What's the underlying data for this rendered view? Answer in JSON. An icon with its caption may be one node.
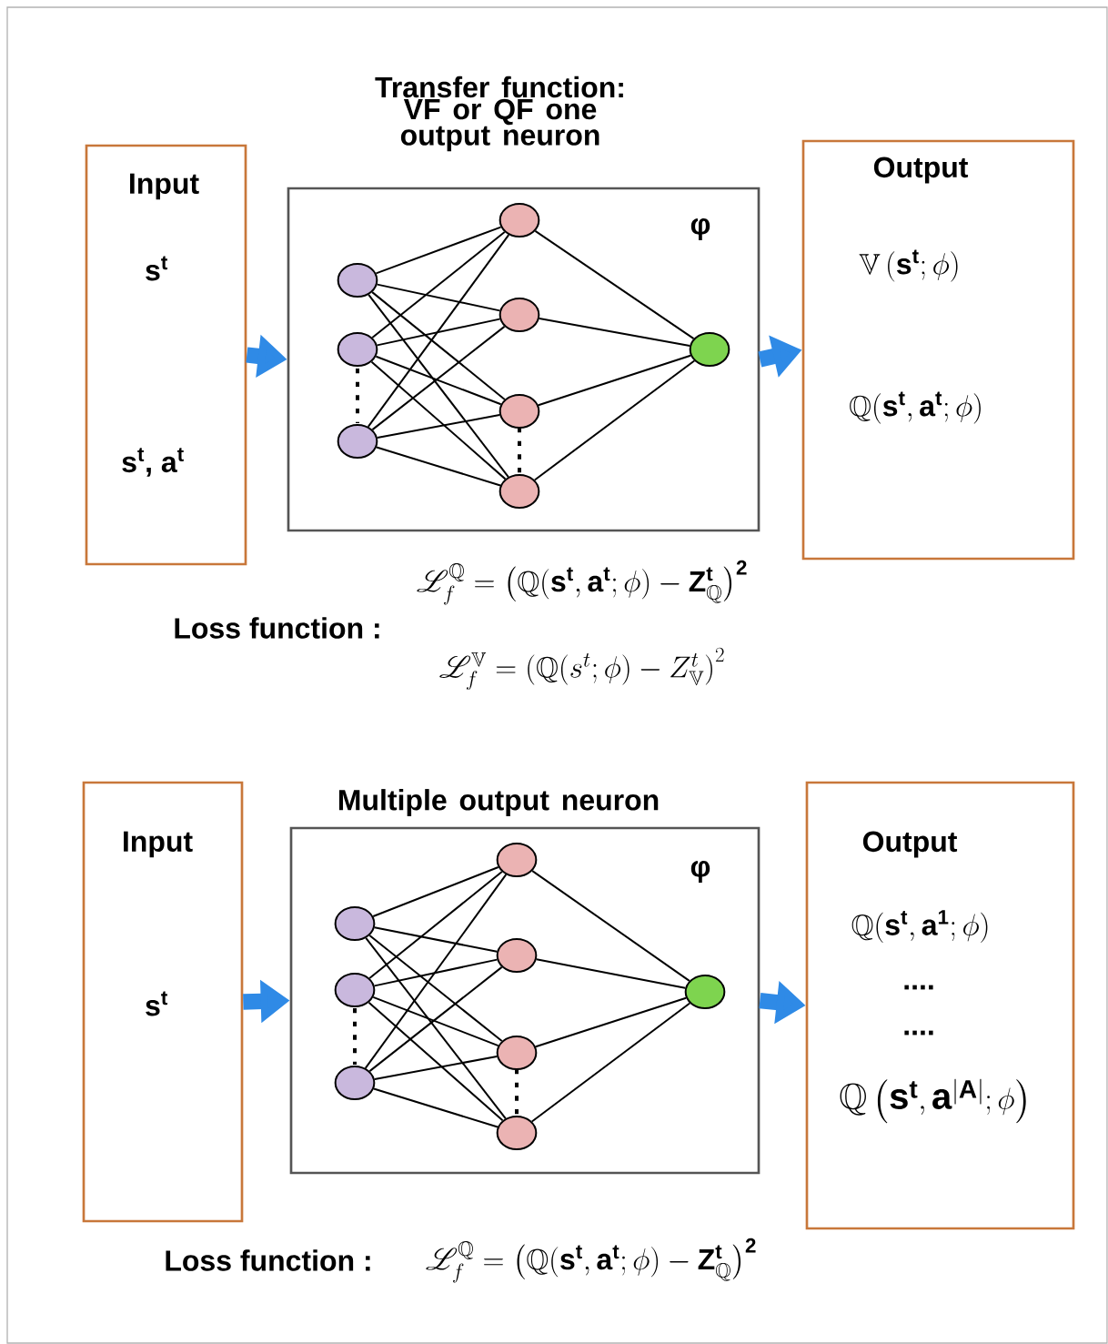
{
  "diagram": {
    "nodes": [
      {
        "text": [
          "Input",
          "s$^{t}$",
          "s$^{t}$, a$^{t}$"
        ]
      },
      {
        "text": [
          "Transfer function: VF or QF one output neuron",
          "φ"
        ]
      },
      {
        "text": [],
        "shape": "circle",
        "in": 1
      },
      {
        "text": [],
        "shape": "circle",
        "in": 1
      },
      {
        "text": [],
        "shape": "circle",
        "in": 1
      },
      {
        "text": [],
        "shape": "circle",
        "in": 1
      },
      {
        "text": [],
        "shape": "circle",
        "in": 1
      },
      {
        "text": [],
        "shape": "circle",
        "in": 1
      },
      {
        "text": [],
        "shape": "circle",
        "in": 1
      },
      {
        "text": [],
        "shape": "circle",
        "in": 1
      },
      {
        "text": [
          "Output",
          "\\mathbb{V}\\left(\\mathbf{s}^{\\mathbf{t}};\\phi\\right)",
          "\\mathbb{Q}(\\mathbf{s}^{\\mathbf{t}},\\mathbf{a}^{\\mathbf{t}};\\phi)"
        ]
      },
      {
        "text": [
          "Input",
          "s$^{t}$"
        ]
      },
      {
        "text": [
          "Multiple output neuron",
          "φ"
        ]
      },
      {
        "text": [],
        "shape": "circle",
        "in": 12
      },
      {
        "text": [],
        "shape": "circle",
        "in": 12
      },
      {
        "text": [],
        "shape": "circle",
        "in": 12
      },
      {
        "text": [],
        "shape": "circle",
        "in": 12
      },
      {
        "text": [],
        "shape": "circle",
        "in": 12
      },
      {
        "text": [],
        "shape": "circle",
        "in": 12
      },
      {
        "text": [],
        "shape": "circle",
        "in": 12
      },
      {
        "text": [],
        "shape": "circle",
        "in": 12
      },
      {
        "text": [
          "Output",
          "\\mathbb{Q}(\\mathbf{s}^{\\mathbf{t}},\\mathbf{a}^{\\mathbf{1}};\\phi)",
          "....",
          "....",
          "\\mathbb{Q}\\left(\\mathbf{s}^{\\mathbf{t}},\\mathbf{a}^{|\\mathbf{A}|};\\phi\\right)"
        ]
      }
    ],
    "edges": [
      {
        "from": 0,
        "to": 1,
        "arrow": "to",
        "style": "thick",
        "color": "#2f8ae6"
      },
      {
        "from": 1,
        "to": 10,
        "arrow": "to",
        "style": "thick",
        "color": "#2f8ae6"
      },
      {
        "from": 2,
        "to": 5,
        "arrow": "none"
      },
      {
        "from": 2,
        "to": 6,
        "arrow": "none"
      },
      {
        "from": 2,
        "to": 7,
        "arrow": "none"
      },
      {
        "from": 2,
        "to": 8,
        "arrow": "none"
      },
      {
        "from": 3,
        "to": 5,
        "arrow": "none"
      },
      {
        "from": 3,
        "to": 6,
        "arrow": "none"
      },
      {
        "from": 3,
        "to": 7,
        "arrow": "none"
      },
      {
        "from": 3,
        "to": 8,
        "arrow": "none"
      },
      {
        "from": 4,
        "to": 5,
        "arrow": "none"
      },
      {
        "from": 4,
        "to": 6,
        "arrow": "none"
      },
      {
        "from": 4,
        "to": 7,
        "arrow": "none"
      },
      {
        "from": 4,
        "to": 8,
        "arrow": "none"
      },
      {
        "from": 5,
        "to": 9,
        "arrow": "none"
      },
      {
        "from": 6,
        "to": 9,
        "arrow": "none"
      },
      {
        "from": 7,
        "to": 9,
        "arrow": "none"
      },
      {
        "from": 8,
        "to": 9,
        "arrow": "none"
      },
      {
        "from": 11,
        "to": 12,
        "arrow": "to",
        "style": "thick",
        "color": "#2f8ae6"
      },
      {
        "from": 12,
        "to": 21,
        "arrow": "to",
        "style": "thick",
        "color": "#2f8ae6"
      },
      {
        "from": 13,
        "to": 16,
        "arrow": "none"
      },
      {
        "from": 13,
        "to": 17,
        "arrow": "none"
      },
      {
        "from": 13,
        "to": 18,
        "arrow": "none"
      },
      {
        "from": 13,
        "to": 19,
        "arrow": "none"
      },
      {
        "from": 14,
        "to": 16,
        "arrow": "none"
      },
      {
        "from": 14,
        "to": 17,
        "arrow": "none"
      },
      {
        "from": 14,
        "to": 18,
        "arrow": "none"
      },
      {
        "from": 14,
        "to": 19,
        "arrow": "none"
      },
      {
        "from": 15,
        "to": 16,
        "arrow": "none"
      },
      {
        "from": 15,
        "to": 17,
        "arrow": "none"
      },
      {
        "from": 15,
        "to": 18,
        "arrow": "none"
      },
      {
        "from": 15,
        "to": 19,
        "arrow": "none"
      },
      {
        "from": 16,
        "to": 20,
        "arrow": "none"
      },
      {
        "from": 17,
        "to": 20,
        "arrow": "none"
      },
      {
        "from": 18,
        "to": 20,
        "arrow": "none"
      },
      {
        "from": 19,
        "to": 20,
        "arrow": "none"
      }
    ],
    "labels": [
      "\\mathscr{L}_f^{\\mathbb{Q}}=\\left(\\mathbb{Q}(\\mathbf{s}^{\\mathbf{t}},\\mathbf{a}^{\\mathbf{t}};\\phi)-\\mathbf{Z}_{\\mathbb{Q}}^{\\mathbf{t}}\\right)^{\\mathbf{2}}",
      "Loss function :",
      "\\mathscr{L}_f^{\\mathbb{V}}=\\left(\\mathbb{Q}(s^t;\\phi)-Z_{\\mathbb{V}}^t\\right)^2",
      "Loss function :",
      "\\mathscr{L}_f^{\\mathbb{Q}}=\\left(\\mathbb{Q}(\\mathbf{s}^{\\mathbf{t}},\\mathbf{a}^{\\mathbf{t}};\\phi)-\\mathbf{Z}_{\\mathbb{Q}}^{\\mathbf{t}}\\right)^{\\mathbf{2}}"
    ]
  }
}
